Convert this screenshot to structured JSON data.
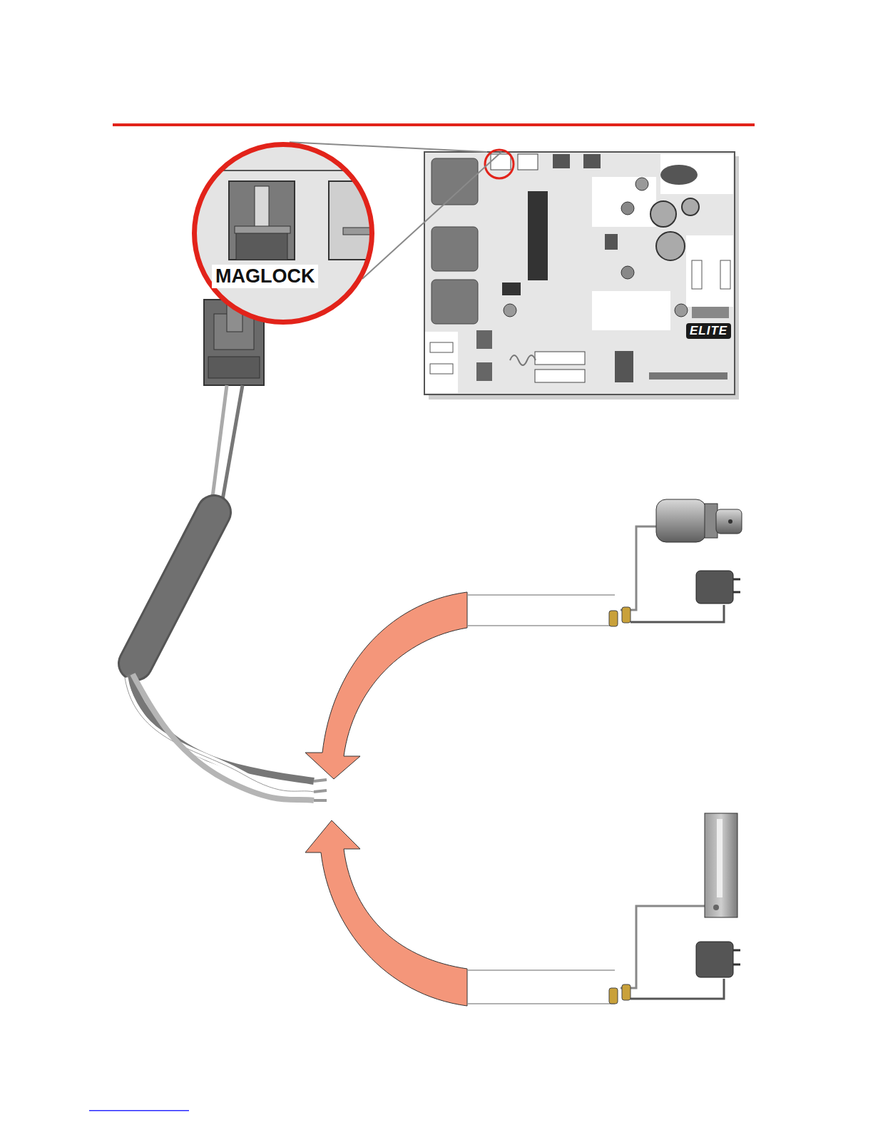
{
  "diagram": {
    "nodes": [
      {
        "text": [
          "MAGLOCK"
        ]
      },
      {
        "text": [
          "ELITE"
        ]
      }
    ],
    "edges": [
      {
        "from": 0,
        "to": 1,
        "arrow": "none"
      }
    ]
  }
}
